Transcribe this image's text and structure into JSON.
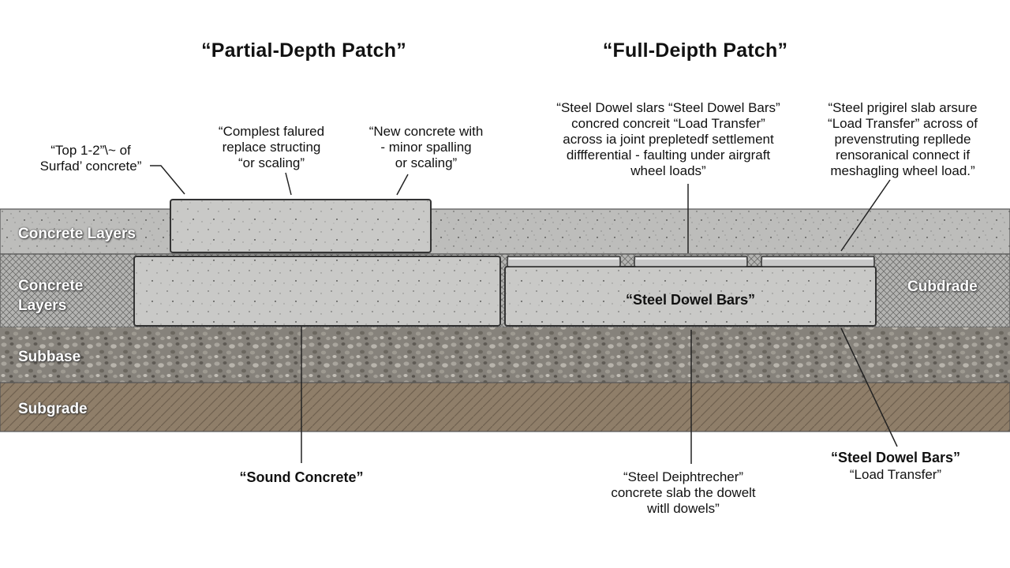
{
  "titles": {
    "partial": "“Partial-Depth Patch”",
    "full": "“Full-Deipth Patch”"
  },
  "layer_labels": {
    "surface": "Concrete Layers",
    "slab": "Concrete\nLayers",
    "subbase": "Subbase",
    "subgrade": "Subgrade",
    "right_slab": "Cubdrade"
  },
  "callouts": {
    "top_surface": "“Top 1-2”\\~ of\nSurfad’ concrete”",
    "complest": "“Complest  falured\nreplace structing\n“or scaling”",
    "new_concrete": "“New concrete with\n- minor spalling\nor scaling”",
    "steel_dowel_top": "“Steel Dowel slars “Steel Dowel Bars”\nconcred concreit “Load Transfer”\nacross ia joint prepletedf settlement\ndiffferential - faulting  under airgraft\nwheel loads”",
    "steel_right_top": "“Steel prigirel slab arsure\n“Load Transfer” across of\nprevenstruting repllede\nrensoranical connect if\nmeshagling wheel load.”",
    "slab_center": "“Steel Dowel Bars”",
    "sound_concrete": "“Sound Concrete”",
    "steel_depth": "“Steel Deiphtrecher”\nconcrete slab the dowelt\nwitll dowels”",
    "steel_bottom_right_title": "“Steel Dowel Bars”",
    "steel_bottom_right_sub": "“Load Transfer”"
  },
  "colors": {
    "concrete": "#b9b9b7",
    "slab_patch": "#c6c6c4",
    "subbase": "#8e8a82",
    "subgrade": "#8c7b66",
    "outline": "#333333",
    "dowel": "#c4c4c4"
  }
}
